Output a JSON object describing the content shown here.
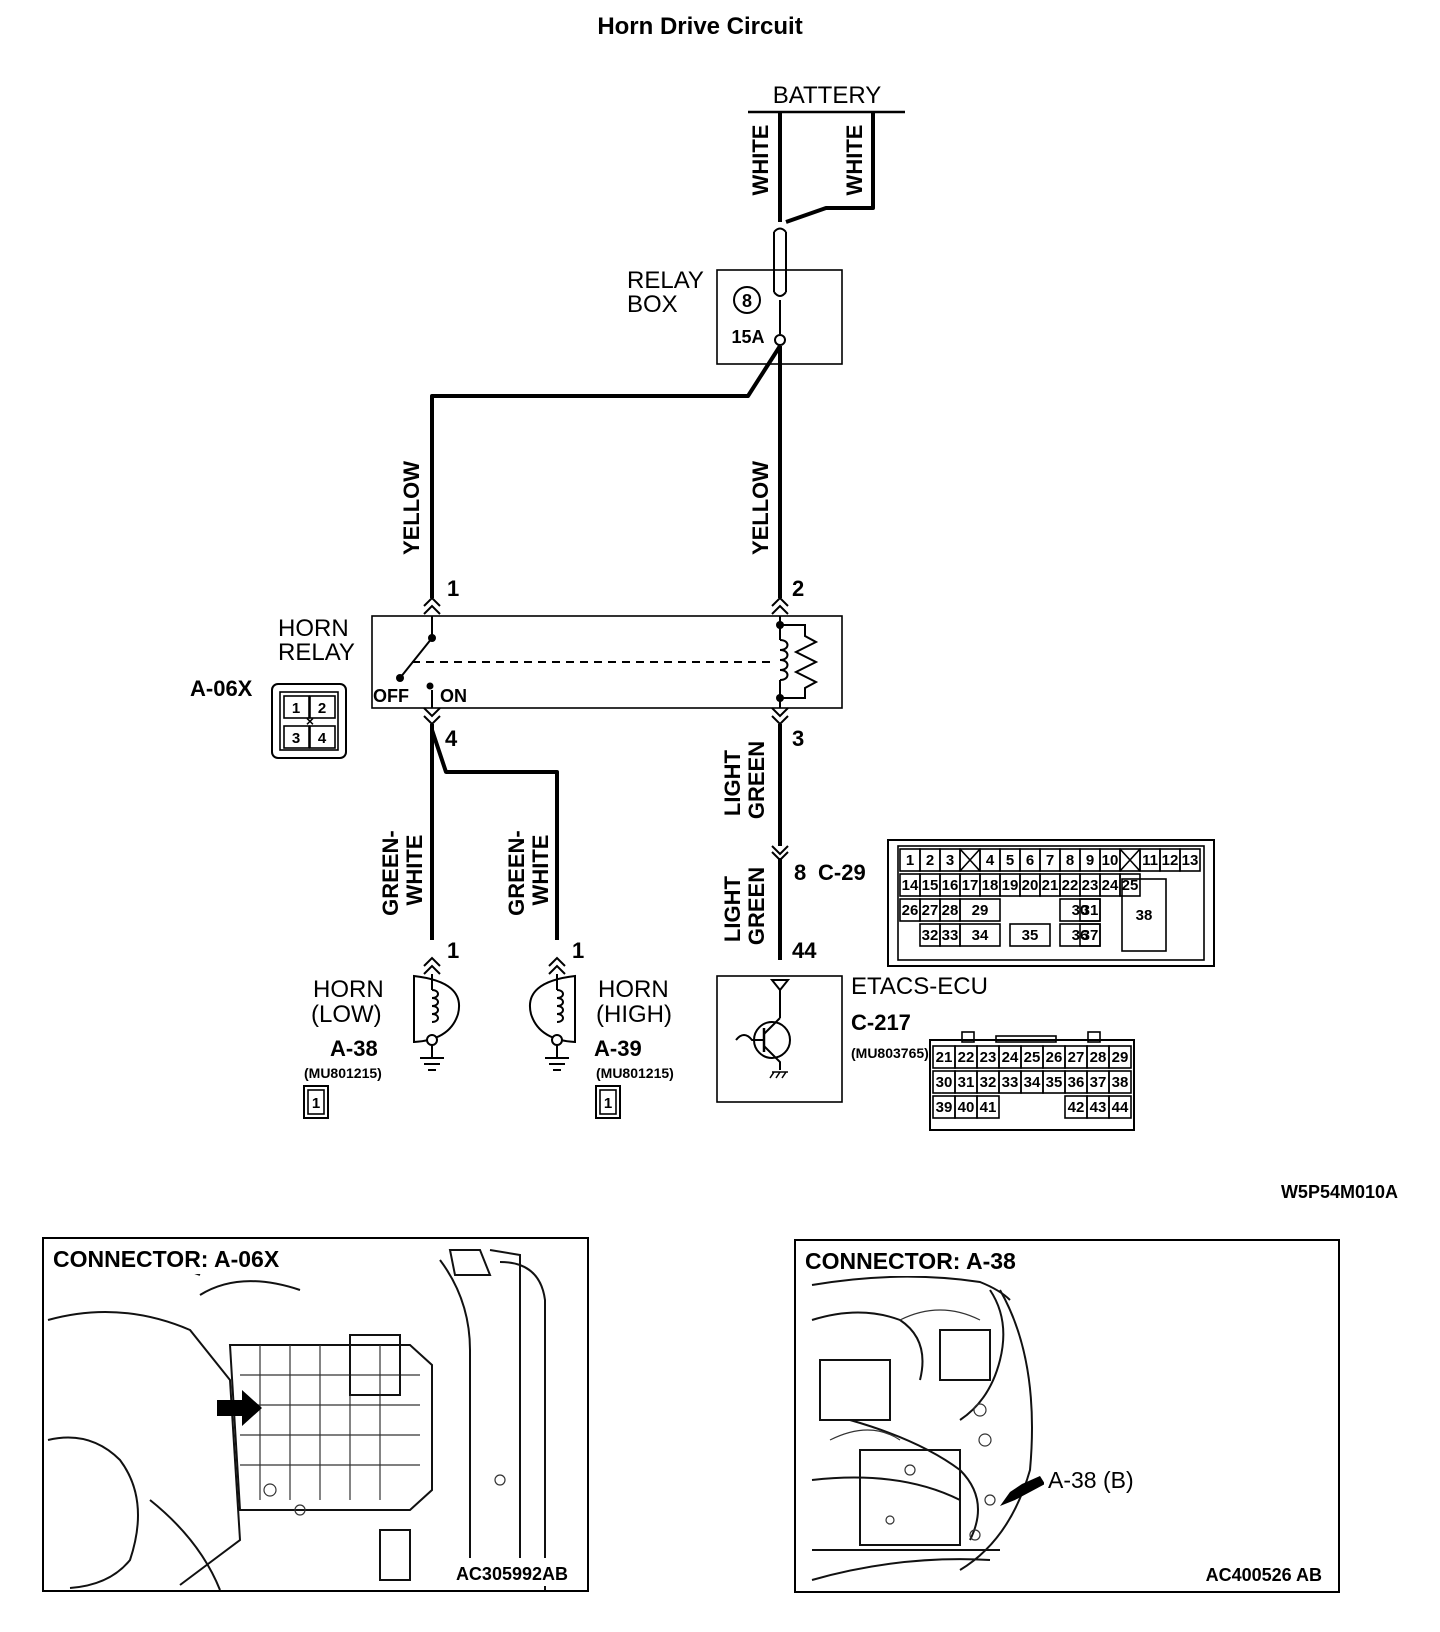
{
  "title": "Horn Drive Circuit",
  "battery_label": "BATTERY",
  "wires": {
    "battery_left": "WHITE",
    "battery_right": "WHITE",
    "relay_left": "YELLOW",
    "relay_right": "YELLOW",
    "horn_low": "GREEN-\nWHITE",
    "horn_high": "GREEN-\nWHITE",
    "relay_to_c29": "LIGHT\nGREEN",
    "c29_to_ecu": "LIGHT\nGREEN"
  },
  "relay_box": {
    "label_line1": "RELAY",
    "label_line2": "BOX",
    "fuse_number": "8",
    "fuse_rating": "15A"
  },
  "horn_relay": {
    "label_line1": "HORN",
    "label_line2": "RELAY",
    "connector": "A-06X",
    "off_label": "OFF",
    "on_label": "ON",
    "pins": [
      "1",
      "2",
      "3",
      "4"
    ]
  },
  "horn_low": {
    "label_line1": "HORN",
    "label_line2": "(LOW)",
    "connector": "A-38",
    "part": "(MU801215)",
    "pin": "1",
    "pin_box": "1"
  },
  "horn_high": {
    "label_line1": "HORN",
    "label_line2": "(HIGH)",
    "connector": "A-39",
    "part": "(MU801215)",
    "pin": "1",
    "pin_box": "1"
  },
  "c29": {
    "pin": "8",
    "connector": "C-29",
    "rows": [
      [
        "1",
        "2",
        "3",
        "",
        "4",
        "5",
        "6",
        "7",
        "8",
        "9",
        "10",
        "",
        "11",
        "12",
        "13"
      ],
      [
        "14",
        "15",
        "16",
        "17",
        "18",
        "19",
        "20",
        "21",
        "22",
        "23",
        "24",
        "25"
      ],
      [
        "26",
        "27",
        "28",
        "29",
        "30",
        "31",
        "38"
      ],
      [
        "32",
        "33",
        "34",
        "35",
        "36",
        "37"
      ]
    ]
  },
  "etacs": {
    "label": "ETACS-ECU",
    "connector": "C-217",
    "part": "(MU803765)",
    "pin": "44",
    "rows": [
      [
        "21",
        "22",
        "23",
        "24",
        "25",
        "26",
        "27",
        "28",
        "29"
      ],
      [
        "30",
        "31",
        "32",
        "33",
        "34",
        "35",
        "36",
        "37",
        "38"
      ],
      [
        "39",
        "40",
        "41",
        "42",
        "43",
        "44"
      ]
    ]
  },
  "diagram_code": "W5P54M010A",
  "photo_left": {
    "title": "CONNECTOR: A-06X",
    "code": "AC305992AB"
  },
  "photo_right": {
    "title": "CONNECTOR: A-38",
    "callout": "A-38 (B)",
    "code": "AC400526 AB"
  }
}
